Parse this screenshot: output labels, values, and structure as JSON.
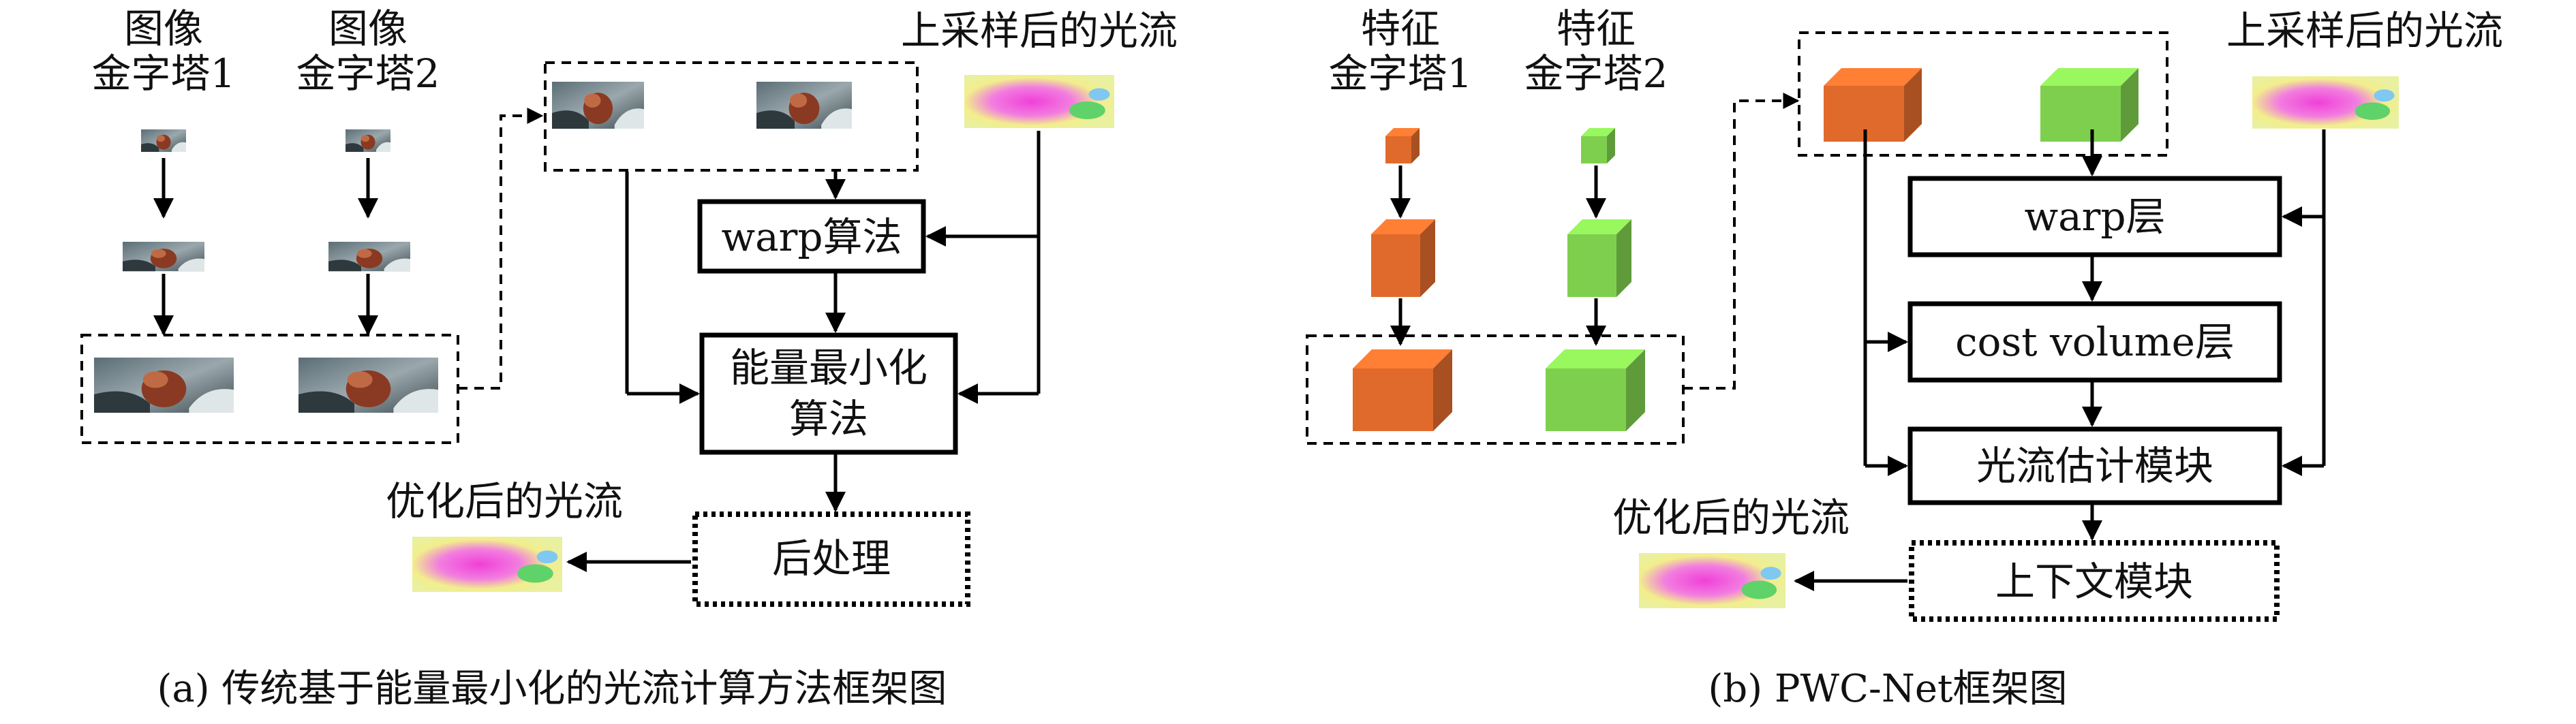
{
  "panel_a": {
    "pyramid1_label": [
      "图像",
      "金字塔1"
    ],
    "pyramid2_label": [
      "图像",
      "金字塔2"
    ],
    "upsampled_flow_label": "上采样后的光流",
    "warp_algorithm": "warp算法",
    "energy_min_algorithm": [
      "能量最小化",
      "算法"
    ],
    "refined_flow_label": "优化后的光流",
    "post_processing": "后处理",
    "caption": "(a) 传统基于能量最小化的光流计算方法框架图"
  },
  "panel_b": {
    "pyramid1_label": [
      "特征",
      "金字塔1"
    ],
    "pyramid2_label": [
      "特征",
      "金字塔2"
    ],
    "upsampled_flow_label": "上采样后的光流",
    "warp_layer": "warp层",
    "cost_volume_layer": "cost volume层",
    "flow_estimator": "光流估计模块",
    "refined_flow_label": "优化后的光流",
    "context_module": "上下文模块",
    "caption": "(b) PWC-Net框架图"
  },
  "colors": {
    "feature_pyramid1": "#e06a2c",
    "feature_pyramid2": "#7fcf4e",
    "flow_pink": "#f040d8",
    "flow_yellow": "#f2ee8c",
    "line": "#000000"
  }
}
